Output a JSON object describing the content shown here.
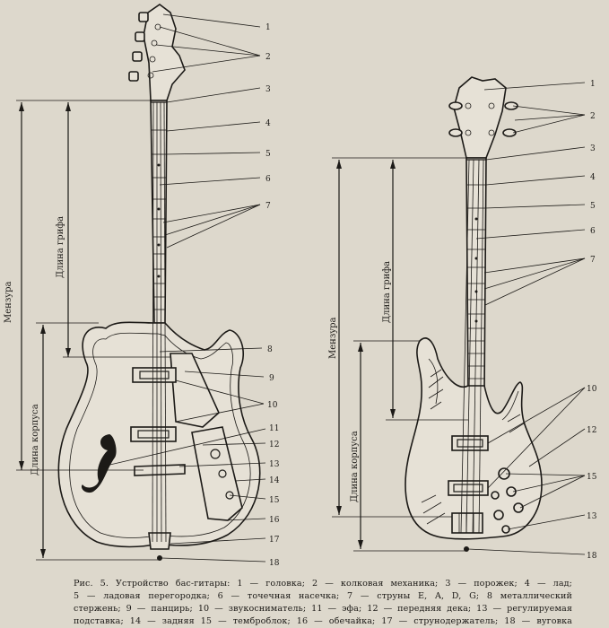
{
  "left_guitar": {
    "callouts": [
      "1",
      "2",
      "3",
      "4",
      "5",
      "6",
      "7",
      "8",
      "9",
      "10",
      "11",
      "12",
      "13",
      "14",
      "15",
      "16",
      "17",
      "18"
    ],
    "dimension_labels": {
      "scale": "Мензура",
      "neck_length": "Длина грифа",
      "body_length": "Длина корпуса"
    }
  },
  "right_guitar": {
    "callouts": [
      "1",
      "2",
      "3",
      "4",
      "5",
      "6",
      "7",
      "10",
      "12",
      "15",
      "13",
      "18"
    ],
    "dimension_labels": {
      "scale": "Мензура",
      "neck_length": "Длина грифа",
      "body_length": "Длина корпуса"
    }
  },
  "caption": {
    "line1": "Рис. 5. Устройство бас-гитары: 1 — головка; 2 — колковая механика; 3 — порожек; 4 — лад;",
    "line2": "5 — ладовая перегородка; 6 — точечная насечка; 7 — струны E, A, D, G; 8 металлический",
    "line3": "стержень; 9 — панцирь; 10 — звукосниматель; 11 — эфа; 12 — передняя дека; 13 — регулируемая",
    "line4": "подставка; 14 — задняя 15 — темброблок; 16 — обечайка; 17 — струнодержатель; 18 — вуговка"
  }
}
